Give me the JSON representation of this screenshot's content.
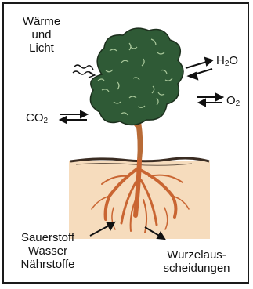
{
  "labels": {
    "warmth_line1": "Wärme",
    "warmth_line2": "und",
    "warmth_line3": "Licht",
    "water_main": "H",
    "water_sub": "2",
    "water_tail": "O",
    "oxygen_main": "O",
    "oxygen_sub": "2",
    "co2_main": "CO",
    "co2_sub": "2",
    "root_in_line1": "Sauerstoff",
    "root_in_line2": "Wasser",
    "root_in_line3": "Nährstoffe",
    "root_out_line1": "Wurzelaus-",
    "root_out_line2": "scheidungen"
  },
  "colors": {
    "soil": "#f6dcbd",
    "crown": "#2f5a36",
    "trunk": "#b86b37",
    "roots": "#c96532",
    "ink": "#111111"
  }
}
